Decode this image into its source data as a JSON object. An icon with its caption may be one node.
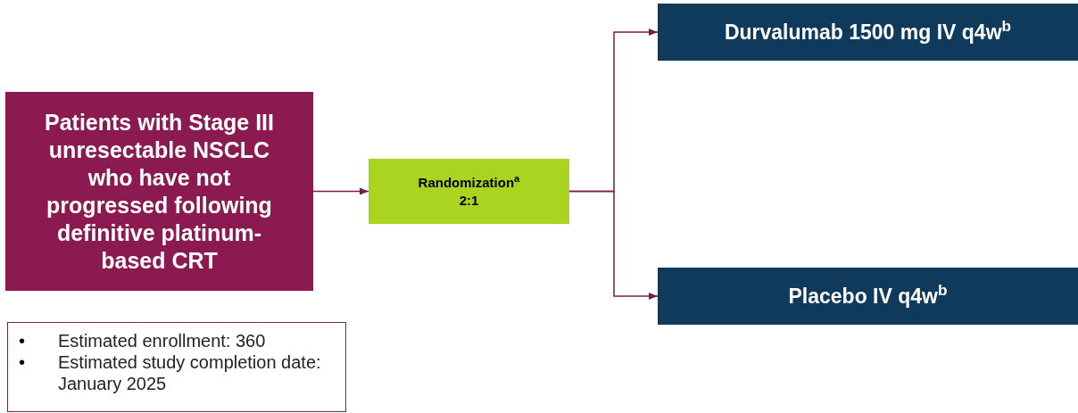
{
  "diagram": {
    "nodes": [
      {
        "text": [
          "Patients with Stage III unresectable NSCLC who have not progressed following definitive platinum-based CRT"
        ]
      },
      {
        "text": [
          "Randomization$^{a}$",
          "2:1"
        ]
      },
      {
        "text": [
          "Durvalumab 1500 mg IV q4w$^{b}$"
        ]
      },
      {
        "text": [
          "Placebo IV q4w$^{b}$"
        ]
      },
      {
        "text": [
          "Estimated enrollment:  360",
          "Estimated study completion date: January 2025"
        ]
      }
    ],
    "edges": [
      {
        "from": 0,
        "to": 1,
        "arrow": "to"
      },
      {
        "from": 1,
        "to": 2,
        "arrow": "to"
      },
      {
        "from": 1,
        "to": 3,
        "arrow": "to"
      }
    ],
    "labels": [
      "•",
      "•"
    ]
  }
}
